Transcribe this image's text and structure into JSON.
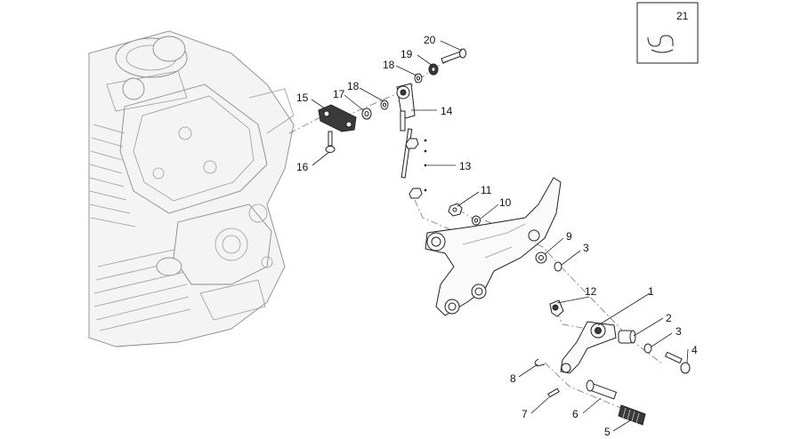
{
  "diagram": {
    "labels": {
      "l1": "1",
      "l2": "2",
      "l3a": "3",
      "l3b": "3",
      "l4": "4",
      "l5": "5",
      "l6": "6",
      "l7": "7",
      "l8": "8",
      "l9": "9",
      "l10": "10",
      "l11": "11",
      "l12": "12",
      "l13": "13",
      "l14": "14",
      "l15": "15",
      "l16": "16",
      "l17": "17",
      "l18a": "18",
      "l18b": "18",
      "l19": "19",
      "l20": "20",
      "l21": "21"
    }
  }
}
